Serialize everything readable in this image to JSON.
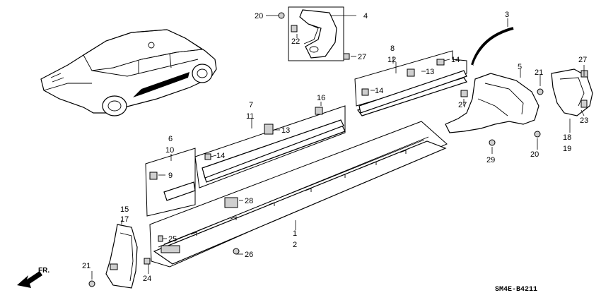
{
  "diagram": {
    "code": "SM4E-B4211",
    "direction": "FR.",
    "labels": [
      {
        "id": "p20a",
        "text": "20"
      },
      {
        "id": "p4",
        "text": "4"
      },
      {
        "id": "p22",
        "text": "22"
      },
      {
        "id": "p27a",
        "text": "27"
      },
      {
        "id": "p3",
        "text": "3"
      },
      {
        "id": "p8",
        "text": "8"
      },
      {
        "id": "p12",
        "text": "12"
      },
      {
        "id": "p14a",
        "text": "14"
      },
      {
        "id": "p13a",
        "text": "13"
      },
      {
        "id": "p14b",
        "text": "14"
      },
      {
        "id": "p5",
        "text": "5"
      },
      {
        "id": "p21a",
        "text": "21"
      },
      {
        "id": "p27b",
        "text": "27"
      },
      {
        "id": "p27c",
        "text": "27"
      },
      {
        "id": "p7",
        "text": "7"
      },
      {
        "id": "p11",
        "text": "11"
      },
      {
        "id": "p16",
        "text": "16"
      },
      {
        "id": "p13b",
        "text": "13"
      },
      {
        "id": "p6",
        "text": "6"
      },
      {
        "id": "p10",
        "text": "10"
      },
      {
        "id": "p14c",
        "text": "14"
      },
      {
        "id": "p9",
        "text": "9"
      },
      {
        "id": "p28",
        "text": "28"
      },
      {
        "id": "p18",
        "text": "18"
      },
      {
        "id": "p19",
        "text": "19"
      },
      {
        "id": "p23",
        "text": "23"
      },
      {
        "id": "p29",
        "text": "29"
      },
      {
        "id": "p20b",
        "text": "20"
      },
      {
        "id": "p15",
        "text": "15"
      },
      {
        "id": "p17",
        "text": "17"
      },
      {
        "id": "p25",
        "text": "25"
      },
      {
        "id": "p1",
        "text": "1"
      },
      {
        "id": "p2",
        "text": "2"
      },
      {
        "id": "p26",
        "text": "26"
      },
      {
        "id": "p21b",
        "text": "21"
      },
      {
        "id": "p24",
        "text": "24"
      }
    ]
  }
}
